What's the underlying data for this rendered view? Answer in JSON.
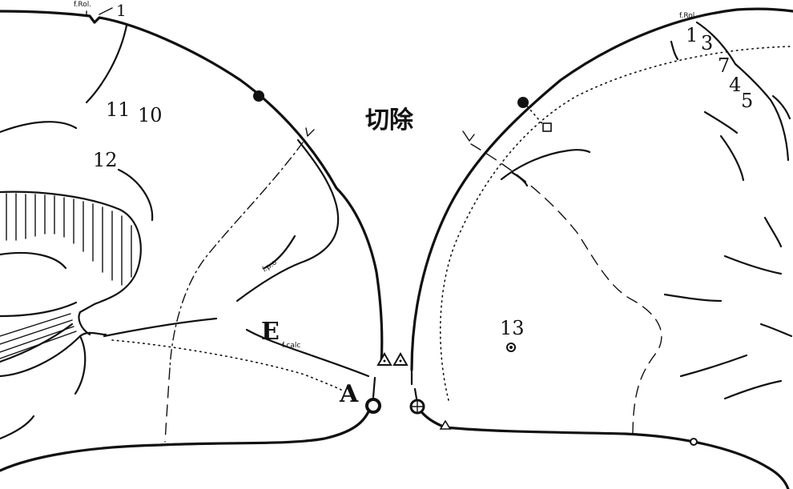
{
  "title": "切除",
  "left_panel": {
    "top_labels": [
      "f.Rol.",
      "1"
    ],
    "area_labels": [
      "11",
      "10",
      "12"
    ],
    "sulcus_labels": [
      "f.p.o",
      "f.calc"
    ],
    "letter_labels": [
      "E",
      "A"
    ]
  },
  "right_panel": {
    "top_labels": [
      "f.Rol",
      "1",
      "3",
      "7",
      "4",
      "5"
    ],
    "area_labels": [
      "13"
    ]
  }
}
